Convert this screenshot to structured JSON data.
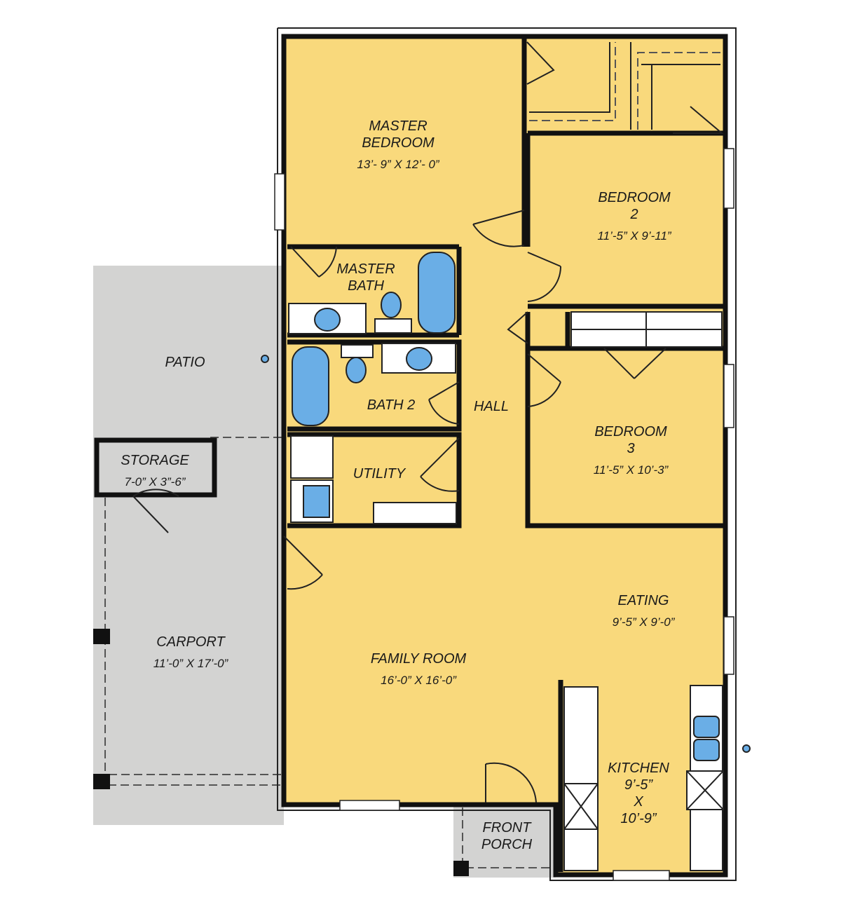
{
  "colors": {
    "interior": "#f9d97c",
    "exterior": "#d3d3d2",
    "fixture": "#6aaee6",
    "wall": "#111111"
  },
  "rooms": {
    "master_bedroom": {
      "name": [
        "MASTER",
        "BEDROOM"
      ],
      "dims": [
        "13’- 9” X 12’- 0”"
      ]
    },
    "bedroom2": {
      "name": [
        "BEDROOM",
        "2"
      ],
      "dims": [
        "11’-5” X 9’-11”"
      ]
    },
    "master_bath": {
      "name": [
        "MASTER",
        "BATH"
      ],
      "dims": []
    },
    "bath2": {
      "name": [
        "BATH  2"
      ],
      "dims": []
    },
    "hall": {
      "name": [
        "HALL"
      ],
      "dims": []
    },
    "bedroom3": {
      "name": [
        "BEDROOM",
        "3"
      ],
      "dims": [
        "11’-5” X 10’-3”"
      ]
    },
    "utility": {
      "name": [
        "UTILITY"
      ],
      "dims": []
    },
    "patio": {
      "name": [
        "PATIO"
      ],
      "dims": []
    },
    "storage": {
      "name": [
        "STORAGE"
      ],
      "dims": [
        "7-0” X 3”-6”"
      ]
    },
    "carport": {
      "name": [
        "CARPORT"
      ],
      "dims": [
        "11’-0” X 17’-0”"
      ]
    },
    "family_room": {
      "name": [
        "FAMILY ROOM"
      ],
      "dims": [
        "16’-0” X 16’-0”"
      ]
    },
    "eating": {
      "name": [
        "EATING"
      ],
      "dims": [
        "9’-5” X 9’-0”"
      ]
    },
    "kitchen": {
      "name": [
        "KITCHEN",
        "9’-5”",
        "X",
        "10’-9”"
      ],
      "dims": []
    },
    "front_porch": {
      "name": [
        "FRONT",
        "PORCH"
      ],
      "dims": []
    }
  }
}
